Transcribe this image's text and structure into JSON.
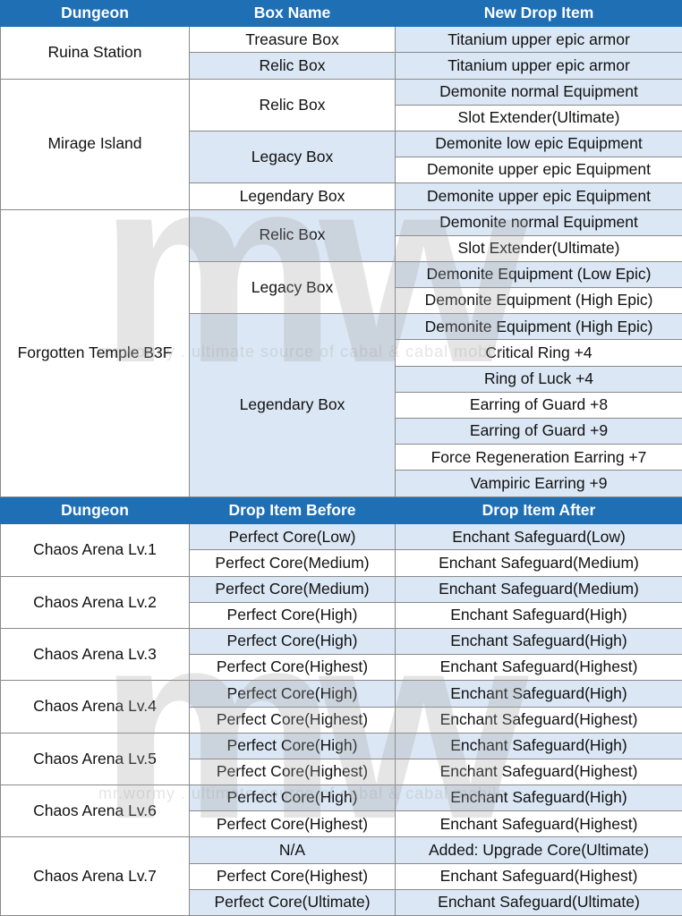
{
  "drop_table": {
    "headers": [
      "Dungeon",
      "Box Name",
      "New Drop Item"
    ],
    "groups": [
      {
        "dungeon": "Ruina Station",
        "boxes": [
          {
            "name": "Treasure Box",
            "shade": "white",
            "items": [
              "Titanium upper epic armor"
            ]
          },
          {
            "name": "Relic Box",
            "shade": "blue",
            "items": [
              "Titanium upper epic armor"
            ]
          }
        ]
      },
      {
        "dungeon": "Mirage Island",
        "boxes": [
          {
            "name": "Relic Box",
            "shade": "white",
            "items": [
              "Demonite normal Equipment",
              "Slot Extender(Ultimate)"
            ]
          },
          {
            "name": "Legacy Box",
            "shade": "blue",
            "items": [
              "Demonite low epic Equipment",
              "Demonite upper epic Equipment"
            ]
          },
          {
            "name": "Legendary Box",
            "shade": "white",
            "items": [
              "Demonite upper epic Equipment"
            ]
          }
        ]
      },
      {
        "dungeon": "Forgotten Temple B3F",
        "boxes": [
          {
            "name": "Relic Box",
            "shade": "blue",
            "items": [
              "Demonite normal Equipment",
              "Slot Extender(Ultimate)"
            ]
          },
          {
            "name": "Legacy Box",
            "shade": "white",
            "items": [
              "Demonite Equipment (Low Epic)",
              "Demonite Equipment (High Epic)"
            ]
          },
          {
            "name": "Legendary Box",
            "shade": "blue",
            "items": [
              "Demonite Equipment (High Epic)",
              "Critical Ring +4",
              "Ring of Luck +4",
              "Earring of Guard +8",
              "Earring of Guard +9",
              "Force Regeneration Earring +7",
              "Vampiric Earring +9"
            ]
          }
        ]
      }
    ]
  },
  "chaos_table": {
    "headers": [
      "Dungeon",
      "Drop Item Before",
      "Drop Item After"
    ],
    "groups": [
      {
        "dungeon": "Chaos Arena Lv.1",
        "rows": [
          [
            "Perfect Core(Low)",
            "Enchant Safeguard(Low)"
          ],
          [
            "Perfect Core(Medium)",
            "Enchant Safeguard(Medium)"
          ]
        ]
      },
      {
        "dungeon": "Chaos Arena Lv.2",
        "rows": [
          [
            "Perfect Core(Medium)",
            "Enchant Safeguard(Medium)"
          ],
          [
            "Perfect Core(High)",
            "Enchant Safeguard(High)"
          ]
        ]
      },
      {
        "dungeon": "Chaos Arena Lv.3",
        "rows": [
          [
            "Perfect Core(High)",
            "Enchant Safeguard(High)"
          ],
          [
            "Perfect Core(Highest)",
            "Enchant Safeguard(Highest)"
          ]
        ]
      },
      {
        "dungeon": "Chaos Arena Lv.4",
        "rows": [
          [
            "Perfect Core(High)",
            "Enchant Safeguard(High)"
          ],
          [
            "Perfect Core(Highest)",
            "Enchant Safeguard(Highest)"
          ]
        ]
      },
      {
        "dungeon": "Chaos Arena Lv.5",
        "rows": [
          [
            "Perfect Core(High)",
            "Enchant Safeguard(High)"
          ],
          [
            "Perfect Core(Highest)",
            "Enchant Safeguard(Highest)"
          ]
        ]
      },
      {
        "dungeon": "Chaos Arena Lv.6",
        "rows": [
          [
            "Perfect Core(High)",
            "Enchant Safeguard(High)"
          ],
          [
            "Perfect Core(Highest)",
            "Enchant Safeguard(Highest)"
          ]
        ]
      },
      {
        "dungeon": "Chaos Arena Lv.7",
        "rows": [
          [
            "N/A",
            "Added: Upgrade Core(Ultimate)"
          ],
          [
            "Perfect Core(Highest)",
            "Enchant Safeguard(Highest)"
          ],
          [
            "Perfect Core(Ultimate)",
            "Enchant Safeguard(Ultimate)"
          ]
        ]
      }
    ]
  },
  "watermark": {
    "logo_text": "mw",
    "tagline": "mr.wormy . ultimate source of cabal & cabal mobile"
  },
  "colors": {
    "header_bg": "#1f6fb5",
    "header_text": "#ffffff",
    "band_blue": "#dbe7f4",
    "band_white": "#ffffff",
    "grid_line": "#8a8a8a"
  }
}
